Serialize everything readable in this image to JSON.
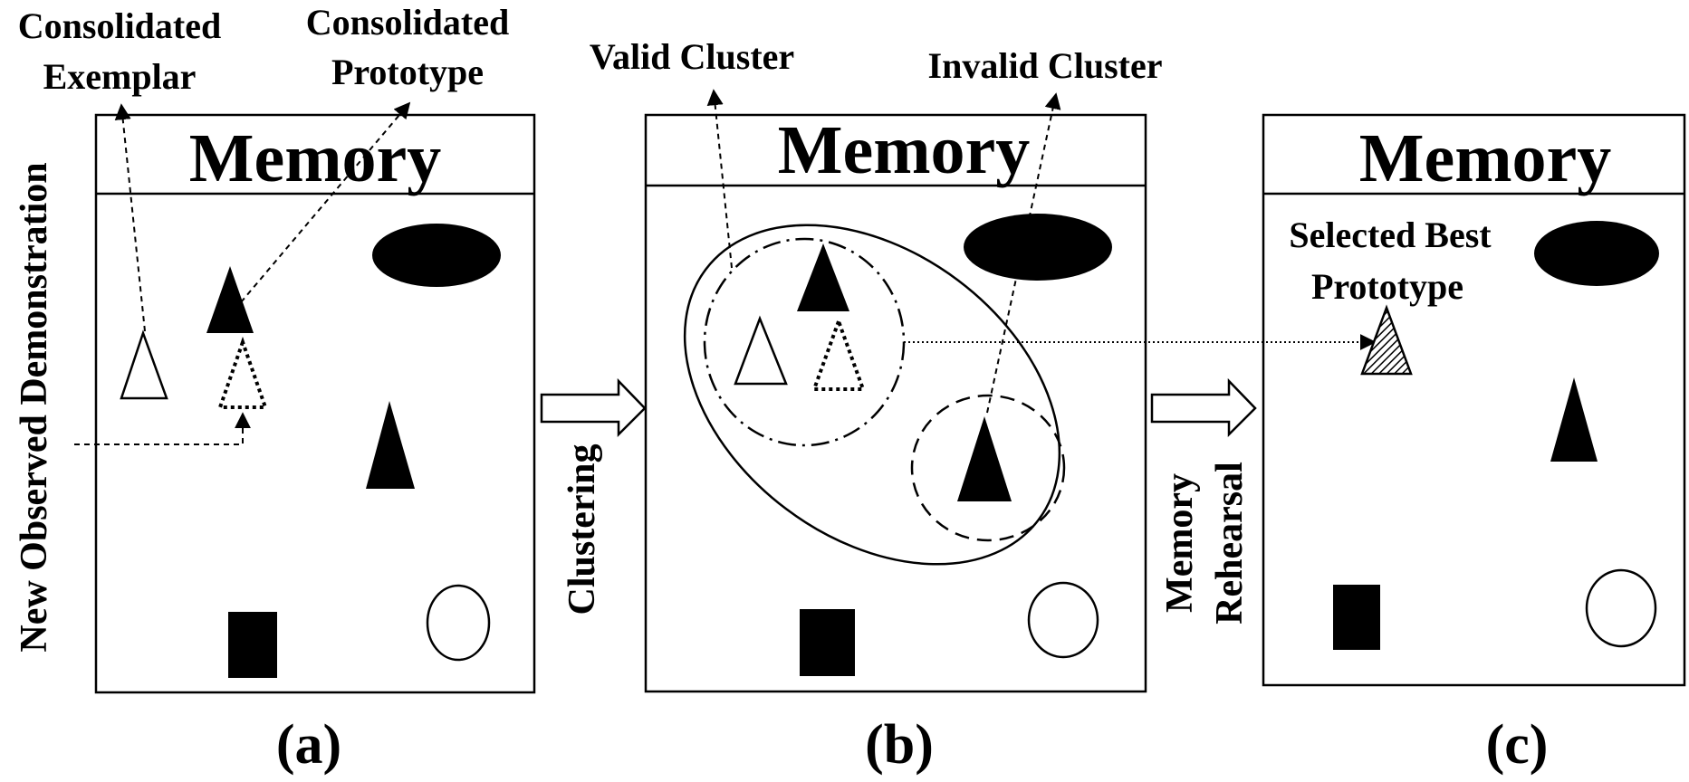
{
  "colors": {
    "ink": "#000000",
    "background": "#ffffff"
  },
  "panel_a": {
    "title": "Memory",
    "caption": "(a)",
    "consolidated_exemplar_line1": "Consolidated",
    "consolidated_exemplar_line2": "Exemplar",
    "consolidated_prototype_line1": "Consolidated",
    "consolidated_prototype_line2": "Prototype",
    "side_label": "New Observed Demonstration"
  },
  "arrow_ab": {
    "label": "Clustering"
  },
  "panel_b": {
    "title": "Memory",
    "caption": "(b)",
    "valid_cluster": "Valid Cluster",
    "invalid_cluster": "Invalid Cluster"
  },
  "arrow_bc": {
    "label_line1": "Memory",
    "label_line2": "Rehearsal"
  },
  "panel_c": {
    "title": "Memory",
    "caption": "(c)",
    "selected_line1": "Selected Best",
    "selected_line2": "Prototype"
  }
}
